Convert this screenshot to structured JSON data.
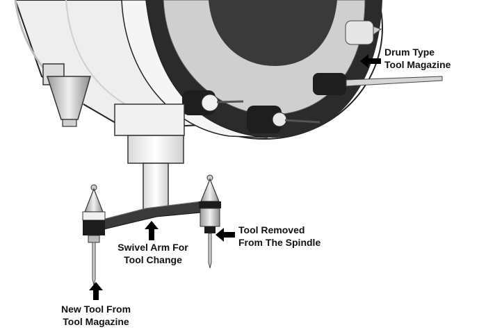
{
  "labels": {
    "magazine": {
      "line1": "Drum Type",
      "line2": "Tool Magazine"
    },
    "removed": {
      "line1": "Tool Removed",
      "line2": "From The Spindle"
    },
    "swivel": {
      "line1": "Swivel Arm For",
      "line2": "Tool Change"
    },
    "new_tool": {
      "line1": "New Tool From",
      "line2": "Tool Magazine"
    }
  },
  "colors": {
    "background": "#ffffff",
    "drum_dark": "#2b2b2b",
    "drum_face": "#cfcfcf",
    "body_light": "#f2f2f2",
    "arrow": "#000000"
  }
}
